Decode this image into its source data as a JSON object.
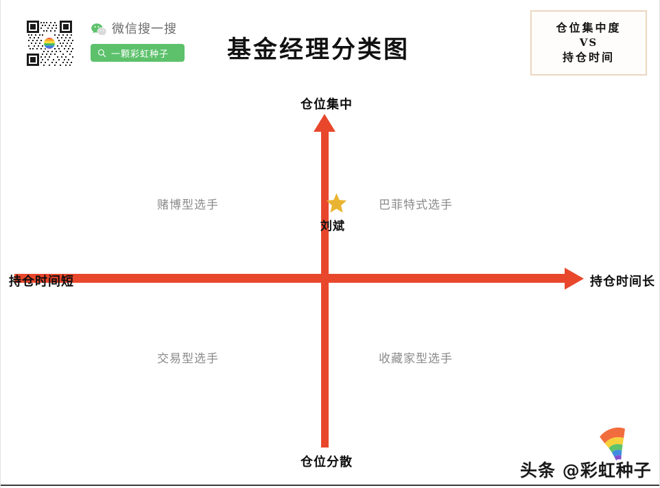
{
  "page": {
    "title": "基金经理分类图"
  },
  "promo": {
    "qr_alt": "qr-code",
    "wechat_label": "微信搜一搜",
    "search_button_label": "一颗彩虹种子",
    "search_icon": "search-icon",
    "wechat_icon": "wechat-icon",
    "button_color": "#5dc16c"
  },
  "vs_box": {
    "line1": "仓位集中度",
    "line2": "VS",
    "line3": "持仓时间",
    "border_color": "#ecd6bf"
  },
  "chart_data": {
    "type": "scatter",
    "title": "基金经理分类图",
    "xlabel": "持仓时间",
    "ylabel": "仓位集中度",
    "grid": false,
    "legend": "none",
    "axis_color": "#e8472c",
    "axes": {
      "y_top_label": "仓位集中",
      "y_bottom_label": "仓位分散",
      "x_left_label": "持仓时间短",
      "x_right_label": "持仓时间长"
    },
    "quadrants": [
      {
        "position": "top-left",
        "label": "赌博型选手"
      },
      {
        "position": "top-right",
        "label": "巴菲特式选手"
      },
      {
        "position": "bottom-left",
        "label": "交易型选手"
      },
      {
        "position": "bottom-right",
        "label": "收藏家型选手"
      }
    ],
    "points": [
      {
        "label": "刘斌",
        "marker": "star",
        "marker_color": "#e9b431",
        "x": 0.0,
        "y": 0.48,
        "quadrant": "on-axis-upper"
      }
    ]
  },
  "watermark": {
    "text": "头条 @彩虹种子",
    "logo": "rainbow-sprout-icon"
  }
}
